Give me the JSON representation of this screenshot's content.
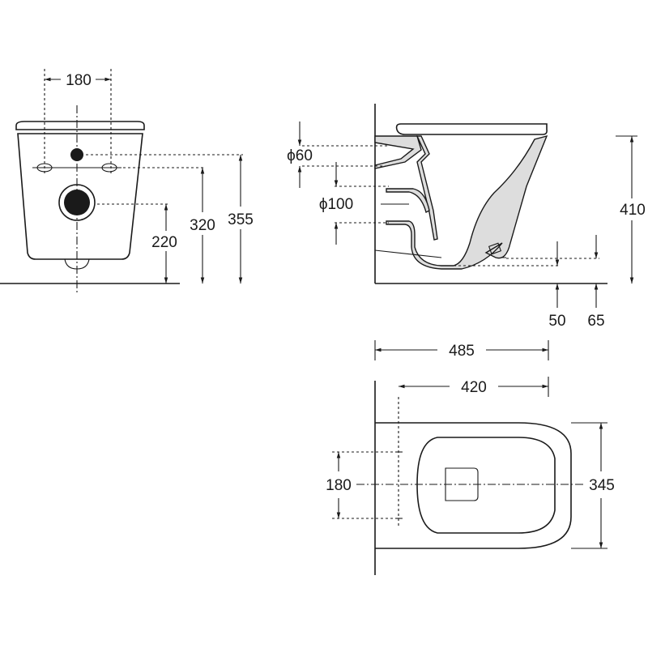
{
  "front_view": {
    "dim_hole_spacing": "180",
    "dim_waste_height": "220",
    "dim_fixing_height": "320",
    "dim_inlet_height": "355"
  },
  "side_view": {
    "dim_inlet_diameter": "ϕ60",
    "dim_outlet_diameter": "ϕ100",
    "dim_total_height": "410",
    "dim_bottom_50": "50",
    "dim_bottom_65": "65"
  },
  "plan_view": {
    "dim_total_length": "485",
    "dim_fixing_to_front": "420",
    "dim_fixing_spacing": "180",
    "dim_width": "345"
  },
  "colors": {
    "line": "#1a1a1a",
    "background": "#ffffff"
  }
}
